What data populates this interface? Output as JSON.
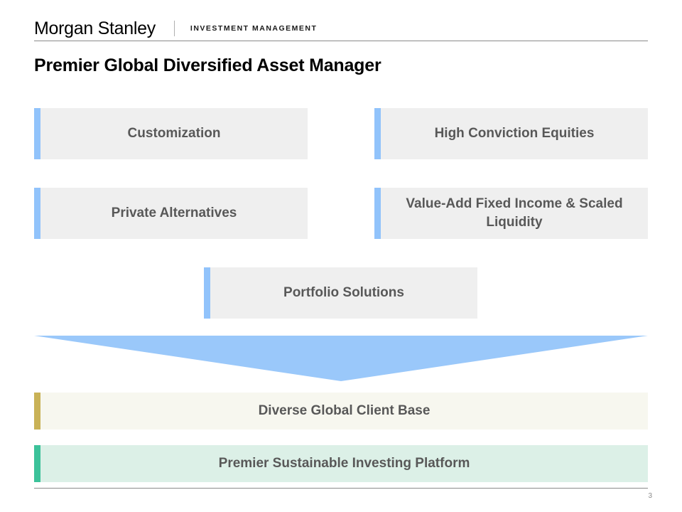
{
  "brand": {
    "logo_word": "Morgan Stanley",
    "logo_sub": "INVESTMENT MANAGEMENT"
  },
  "title": "Premier Global Diversified Asset Manager",
  "capabilities": [
    {
      "label": "Customization",
      "accent": "#91c3fb",
      "bg": "#efefef"
    },
    {
      "label": "High Conviction Equities",
      "accent": "#91c3fb",
      "bg": "#efefef"
    },
    {
      "label": "Private Alternatives",
      "accent": "#91c3fb",
      "bg": "#efefef"
    },
    {
      "label": "Value-Add Fixed Income & Scaled Liquidity",
      "accent": "#91c3fb",
      "bg": "#efefef"
    },
    {
      "label": "Portfolio Solutions",
      "accent": "#91c3fb",
      "bg": "#efefef"
    }
  ],
  "funnel": {
    "color": "#9ac8fa",
    "shape": "downward-triangle"
  },
  "foundations": [
    {
      "label": "Diverse Global Client Base",
      "accent": "#c9b257",
      "bg": "#f7f7ef"
    },
    {
      "label": "Premier Sustainable Investing Platform",
      "accent": "#3cc29a",
      "bg": "#dcf0e7"
    }
  ],
  "footer": {
    "page_number": "3"
  }
}
